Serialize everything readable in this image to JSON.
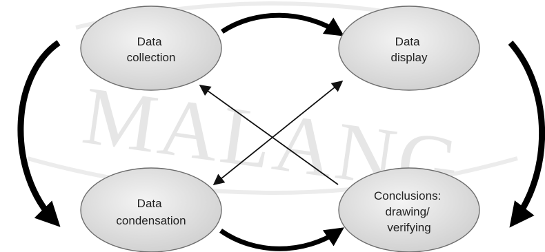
{
  "watermark": {
    "text": "MALANG"
  },
  "nodes": {
    "collection": {
      "lines": [
        "Data",
        "collection"
      ]
    },
    "display": {
      "lines": [
        "Data",
        "display"
      ]
    },
    "condensation": {
      "lines": [
        "Data",
        "condensation"
      ]
    },
    "conclusions": {
      "lines": [
        "Conclusions:",
        "drawing/",
        "verifying"
      ]
    }
  },
  "colors": {
    "node_fill_light": "#f2f2f2",
    "node_fill_dark": "#d2d2d2",
    "node_stroke": "#6e6e6e",
    "arrow": "#000000",
    "watermark": "#e6e6e6"
  }
}
